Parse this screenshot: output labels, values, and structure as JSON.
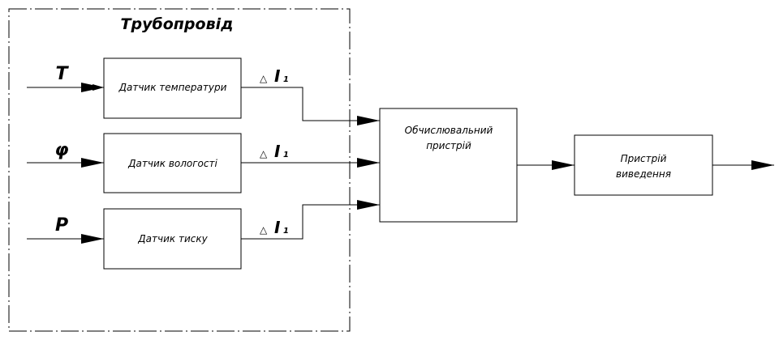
{
  "diagram": {
    "boundary_label": "Трубопровід",
    "inputs": [
      {
        "symbol": "T"
      },
      {
        "symbol": "φ"
      },
      {
        "symbol": "P"
      }
    ],
    "sensors": [
      {
        "label": "Датчик температури",
        "signal": "I",
        "signal_prefix": "△",
        "signal_sub": "1"
      },
      {
        "label": "Датчик вологості",
        "signal": "I",
        "signal_prefix": "△",
        "signal_sub": "1"
      },
      {
        "label": "Датчик тиску",
        "signal": "I",
        "signal_prefix": "△",
        "signal_sub": "1"
      }
    ],
    "compute": {
      "line1": "Обчислювальний",
      "line2": "пристрій"
    },
    "output": {
      "line1": "Пристрій",
      "line2": "виведення"
    },
    "colors": {
      "stroke": "#000000",
      "background": "#ffffff"
    }
  }
}
